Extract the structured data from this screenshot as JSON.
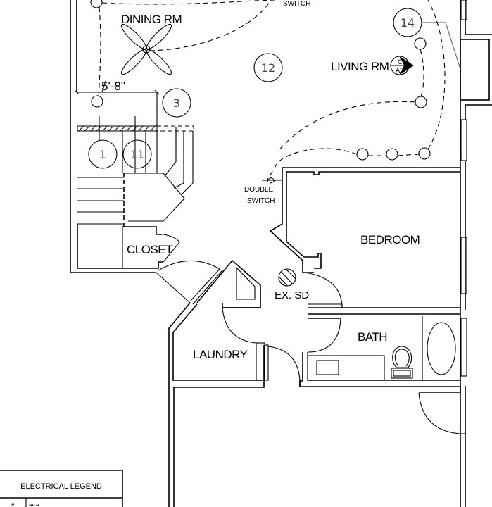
{
  "rooms": {
    "dining": "DINING RM",
    "living": "LIVING RM",
    "closet": "CLOSET",
    "bedroom": "BEDROOM",
    "laundry": "LAUNDRY",
    "bath": "BATH"
  },
  "annotations": {
    "switch_top": "SWITCH",
    "double_switch_line1": "DOUBLE",
    "double_switch_line2": "SWITCH",
    "smoke_detector": "EX. SD",
    "dimension": "5'-8\""
  },
  "circuit_tags": [
    "1",
    "11",
    "3",
    "12",
    "14"
  ],
  "section_marker": {
    "top": "C",
    "bottom": "A3"
  },
  "legend": {
    "title": "ELECTRICAL LEGEND",
    "row1_symbol": "#",
    "row1_text": "▪▪▪▪ ▪▪"
  },
  "colors": {
    "line": "#000000",
    "gray_line": "#777777",
    "background": "#ffffff"
  }
}
